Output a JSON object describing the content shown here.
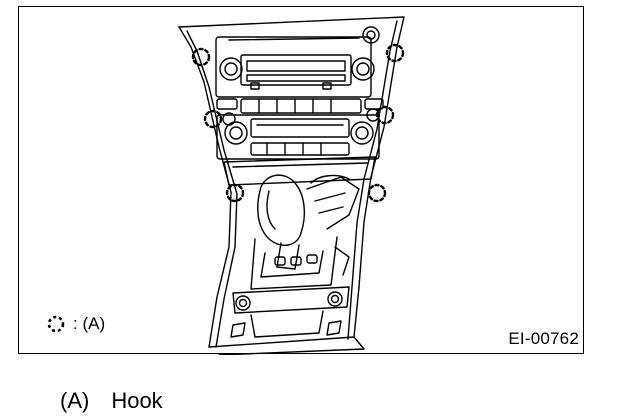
{
  "figure": {
    "legend_text": ": (A)",
    "legend_icon": "hook-clip-icon",
    "ref_code": "EI-00762"
  },
  "caption": {
    "label": "(A)",
    "text": "Hook"
  },
  "colors": {
    "line": "#000000",
    "background": "#ffffff"
  }
}
